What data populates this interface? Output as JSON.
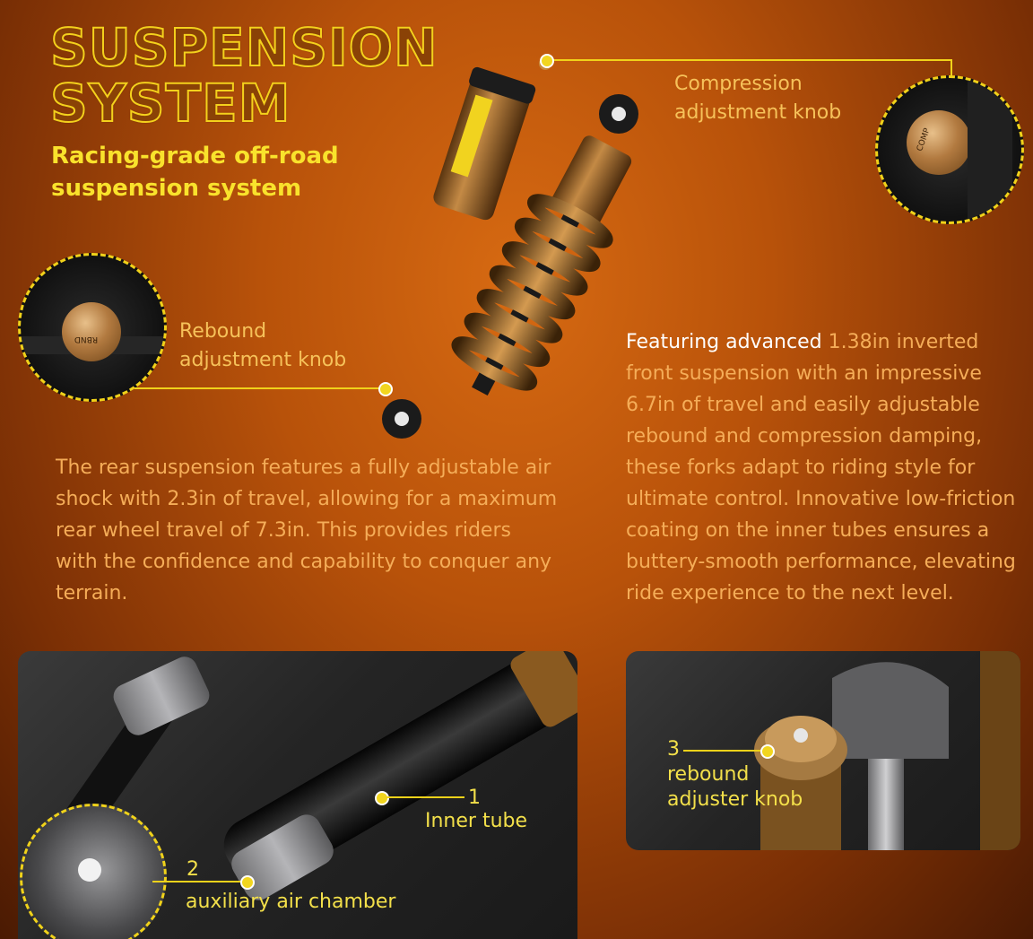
{
  "title": {
    "line1": "SUSPENSION",
    "line2": "SYSTEM"
  },
  "subtitle": "Racing-grade off-road suspension system",
  "callouts": {
    "compression": {
      "line1": "Compression",
      "line2": "adjustment knob"
    },
    "rebound": {
      "line1": "Rebound",
      "line2": "adjustment knob"
    }
  },
  "rear_paragraph": "The rear suspension features a fully adjustable air shock with 2.3in of travel, allowing for a maximum rear wheel travel of 7.3in. This provides riders with the confidence and capability to conquer any terrain.",
  "front_paragraph": {
    "lead": "Featuring advanced",
    "body": " 1.38in inverted front suspension with an impressive 6.7in of travel and easily adjustable rebound and compression damping, these forks adapt to riding style for ultimate control. Innovative low-friction coating on the inner tubes ensures a buttery-smooth performance, elevating ride experience to the next level."
  },
  "photo_labels": {
    "inner_tube": {
      "number": "1",
      "text": "Inner tube"
    },
    "air_chamber": {
      "number": "2",
      "text": "auxiliary air chamber"
    },
    "rebound_adjuster": {
      "number": "3",
      "line1": "rebound",
      "line2": "adjuster knob"
    }
  },
  "knob_marks": {
    "comp": "COMP",
    "rbnd": "RBND"
  },
  "colors": {
    "accent": "#f0d21a",
    "background": "#b8520a",
    "body_text": "#f5ad58"
  }
}
